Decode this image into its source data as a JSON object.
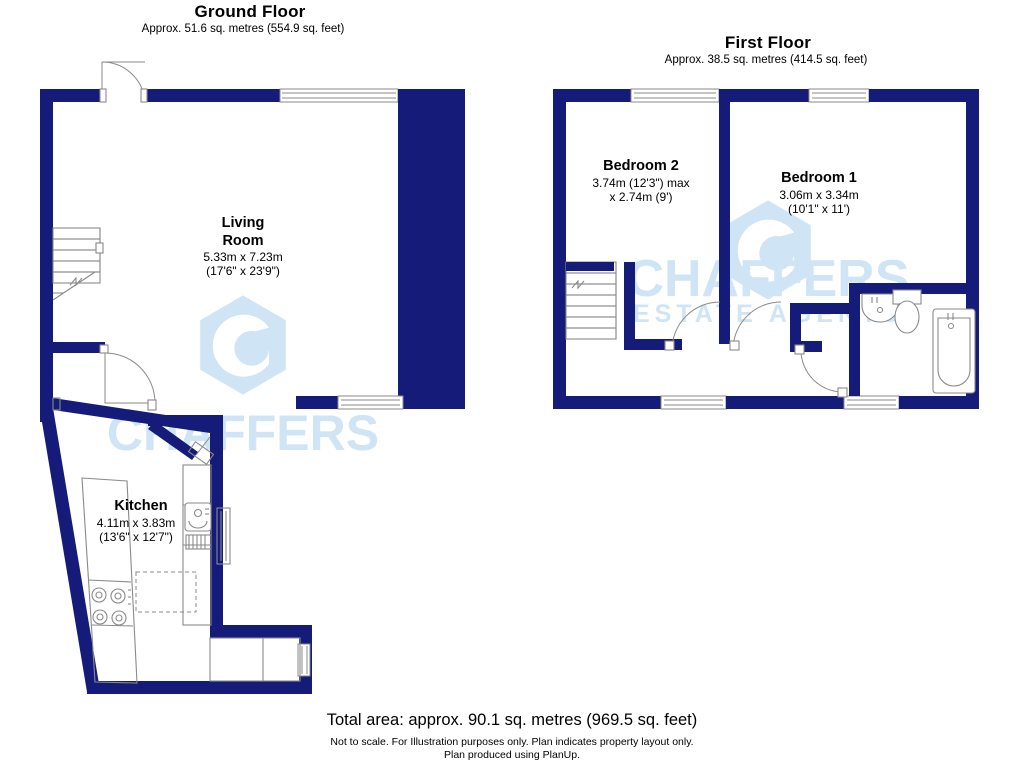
{
  "document": {
    "type": "floor-plan",
    "colors": {
      "wall": "#141b78",
      "fixture_outline": "#8a8a8a",
      "watermark": "#cfe4f5",
      "background": "#ffffff",
      "text": "#000000"
    }
  },
  "floors": [
    {
      "id": "ground",
      "title": "Ground Floor",
      "area_text": "Approx. 51.6 sq. metres (554.9 sq. feet)",
      "rooms": [
        {
          "id": "living-room",
          "name_line1": "Living",
          "name_line2": "Room",
          "dim_metric": "5.33m x 7.23m",
          "dim_imperial": "(17'6\" x 23'9\")"
        },
        {
          "id": "kitchen",
          "name_line1": "Kitchen",
          "dim_metric": "4.11m x 3.83m",
          "dim_imperial": "(13'6\" x 12'7\")"
        }
      ]
    },
    {
      "id": "first",
      "title": "First Floor",
      "area_text": "Approx. 38.5 sq. metres (414.5 sq. feet)",
      "rooms": [
        {
          "id": "bedroom-2",
          "name_line1": "Bedroom 2",
          "dim_metric": "3.74m (12'3\") max",
          "dim_imperial": "x 2.74m (9')"
        },
        {
          "id": "bedroom-1",
          "name_line1": "Bedroom 1",
          "dim_metric": "3.06m x 3.34m",
          "dim_imperial": "(10'1\" x 11')"
        }
      ]
    }
  ],
  "watermark": {
    "line1": "CHAFFERS",
    "line2": "ESTATE AGENTS"
  },
  "footer": {
    "total_area": "Total area: approx. 90.1 sq. metres (969.5 sq. feet)",
    "disclaimer_line1": "Not to scale. For Illustration purposes only. Plan indicates property layout only.",
    "disclaimer_line2": "Plan produced using PlanUp."
  }
}
